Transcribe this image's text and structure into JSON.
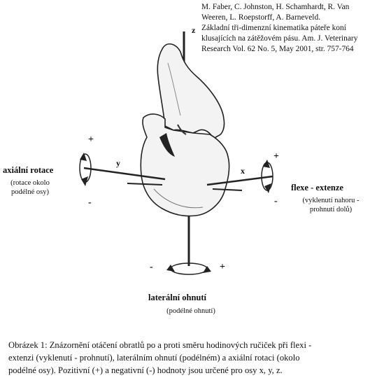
{
  "citation": {
    "line1": "M. Faber, C. Johnston, H. Schamhardt, R. Van",
    "line2": "Weeren, L. Roepstorff, A. Barneveld.",
    "line3": "Základní tři-dimenzní kinematika páteře koní",
    "line4": "klusajících na zátěžovém pásu. Am. J. Veterinary",
    "line5": "Research Vol. 62 No. 5, May 2001, str. 757-764"
  },
  "labels": {
    "axial_title": "axiální rotace",
    "axial_sub1": "(rotace okolo",
    "axial_sub2": "podélné osy)",
    "flex_title": "flexe - extenze",
    "flex_sub1": "(vyklenutí nahoru -",
    "flex_sub2": "prohnutí dolů)",
    "lateral_title": "laterální ohnutí",
    "lateral_sub": "(podélné ohnutí)"
  },
  "axes": {
    "z": "z",
    "y": "y",
    "x": "x"
  },
  "signs": {
    "plus": "+",
    "minus": "-"
  },
  "caption": {
    "line1": "Obrázek 1: Znázornění otáčení obratlů po a proti směru hodinových ručiček při flexi -",
    "line2": "extenzi (vyklenutí - prohnutí), laterálním ohnutí (podélném) a axiální rotaci (okolo",
    "line3": "podélné osy). Pozitivní (+) a negativní (-) hodnoty jsou určené pro osy x, y, z."
  }
}
